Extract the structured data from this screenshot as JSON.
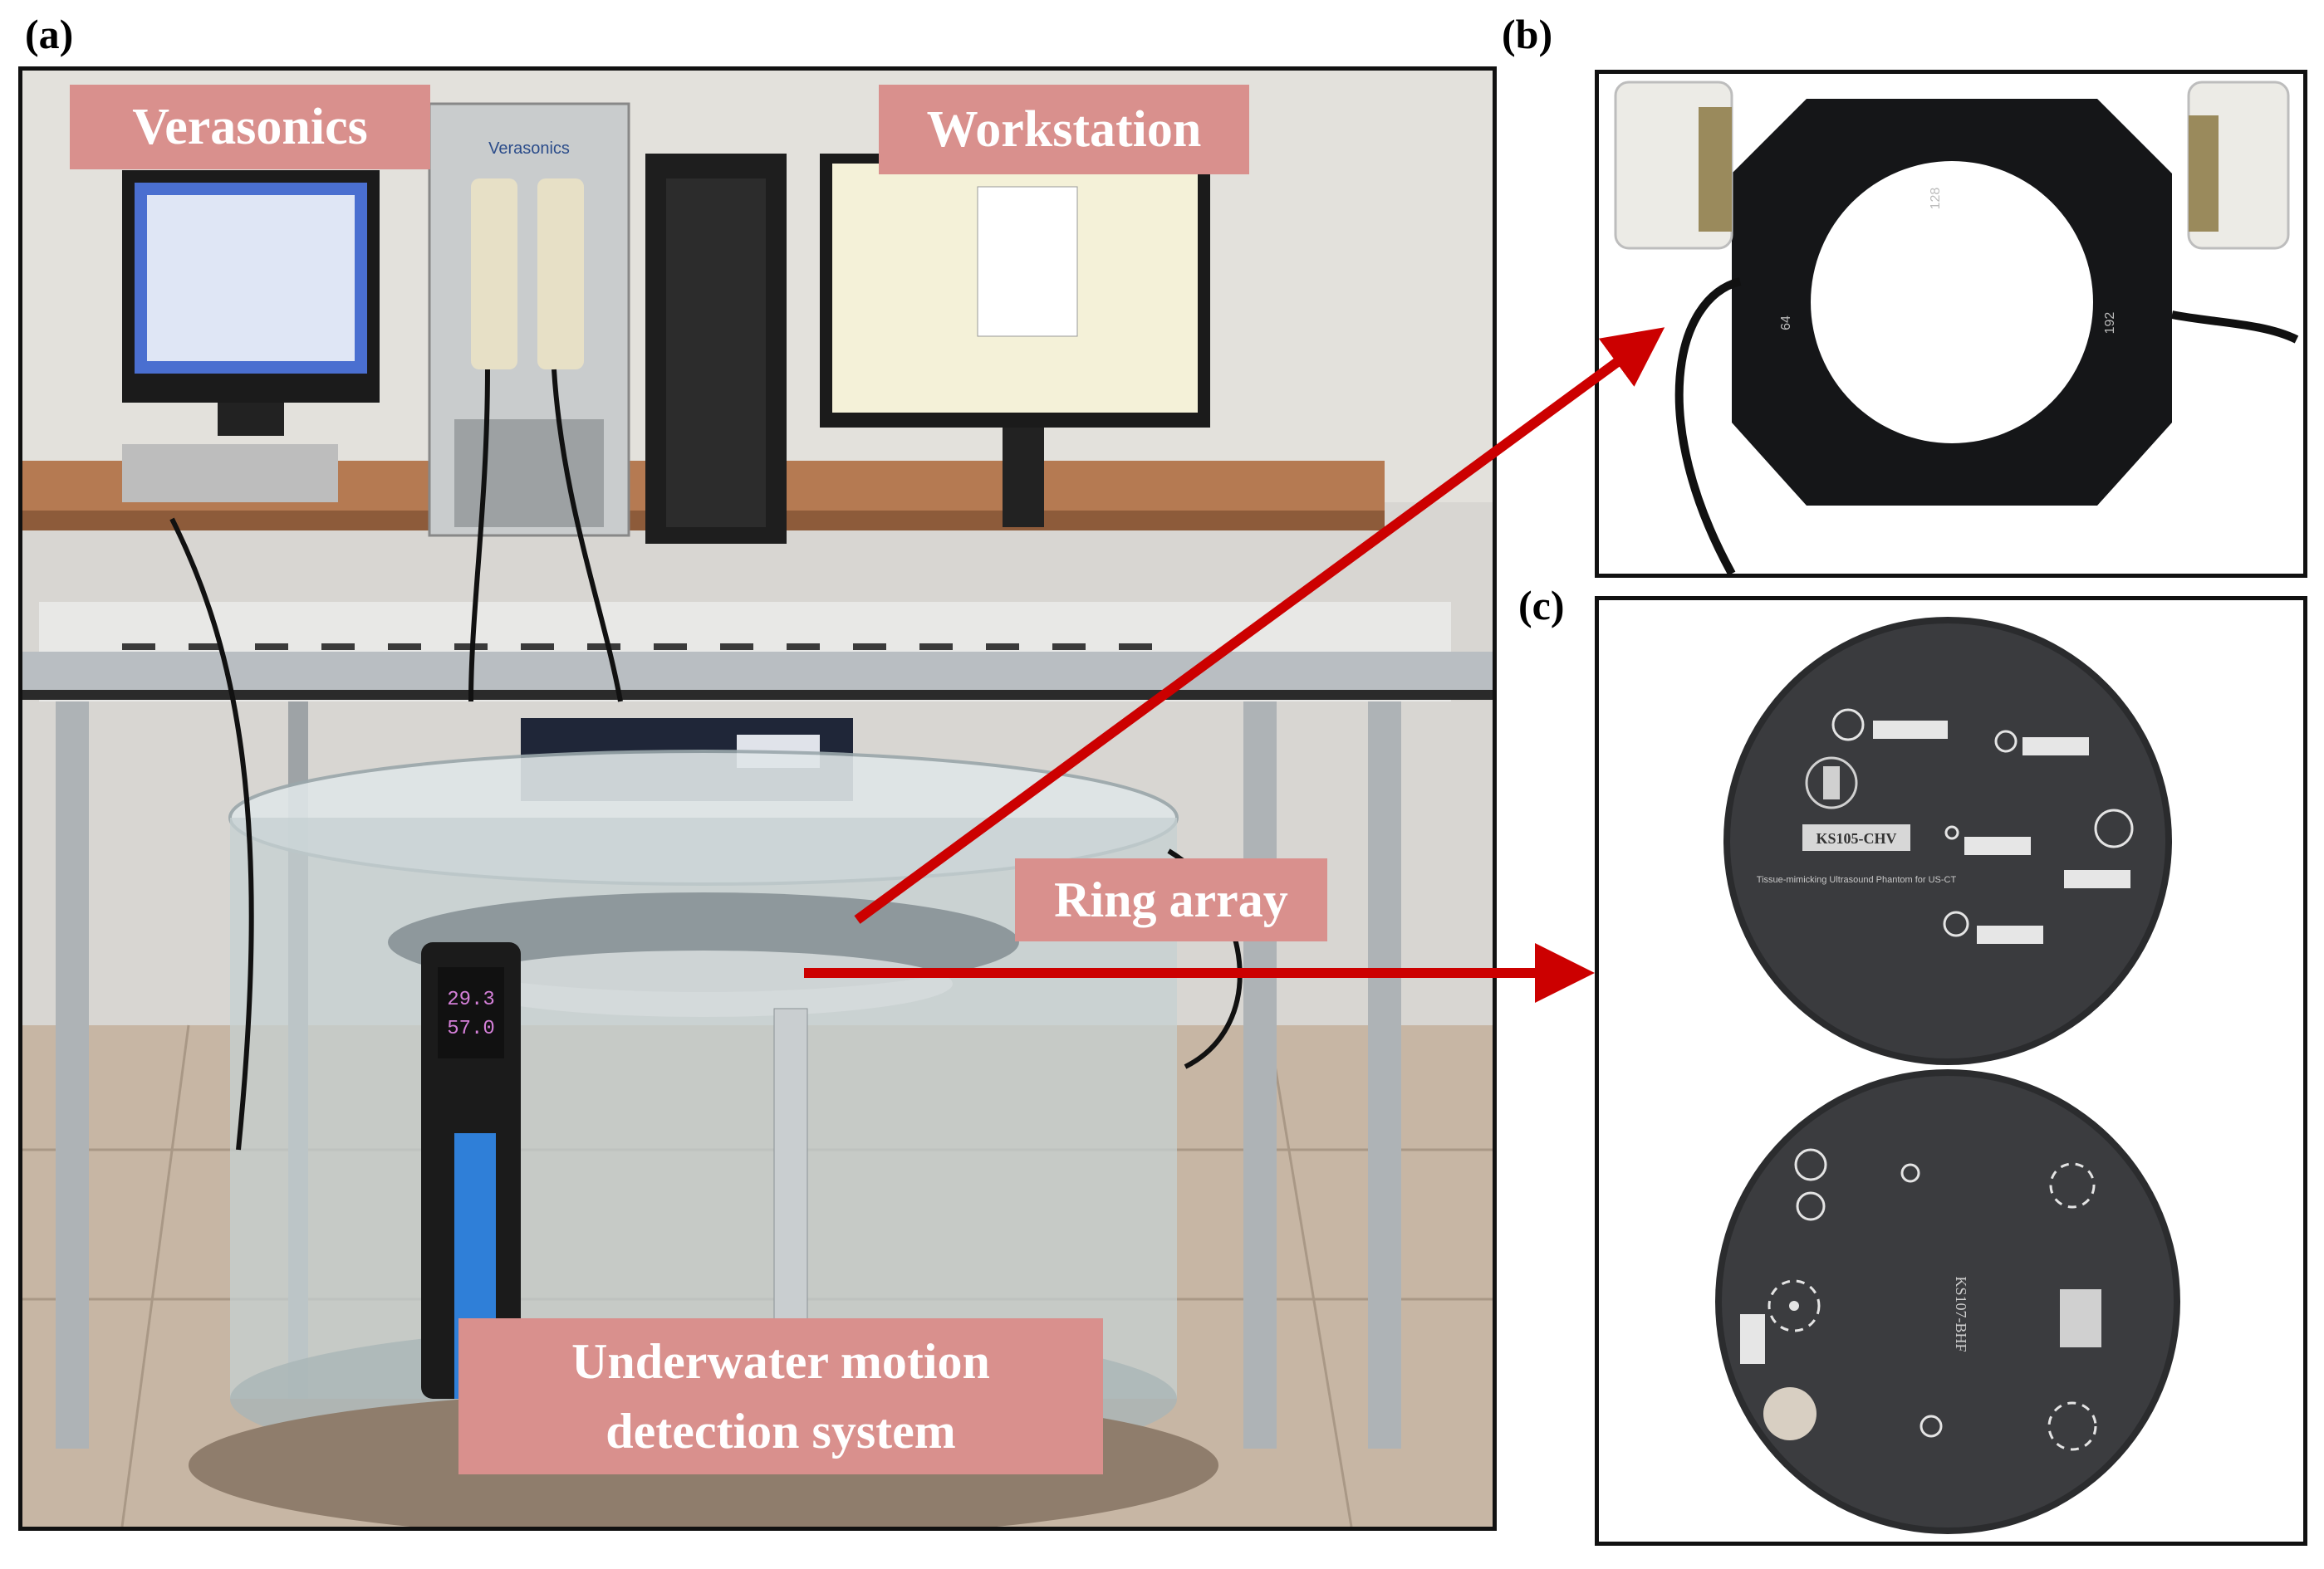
{
  "panels": {
    "a": "(a)",
    "b": "(b)",
    "c": "(c)"
  },
  "labels": {
    "verasonics": "Verasonics",
    "workstation": "Workstation",
    "ring_array": "Ring array",
    "underwater_line1": "Underwater motion",
    "underwater_line2": "detection system"
  },
  "photo_text": {
    "verasonics_brand": "Verasonics",
    "phantom_top_model": "KS105-CHV",
    "phantom_top_caption": "Tissue-mimicking Ultrasound Phantom for US-CT",
    "phantom_bottom_model": "KS107-BHF",
    "ring_marks": [
      "128",
      "64",
      "192"
    ],
    "display_readout": [
      "29.3",
      "57.0"
    ]
  },
  "colors": {
    "label_fill": "#d9908d",
    "arrow": "#cc0000",
    "frame": "#111111"
  }
}
